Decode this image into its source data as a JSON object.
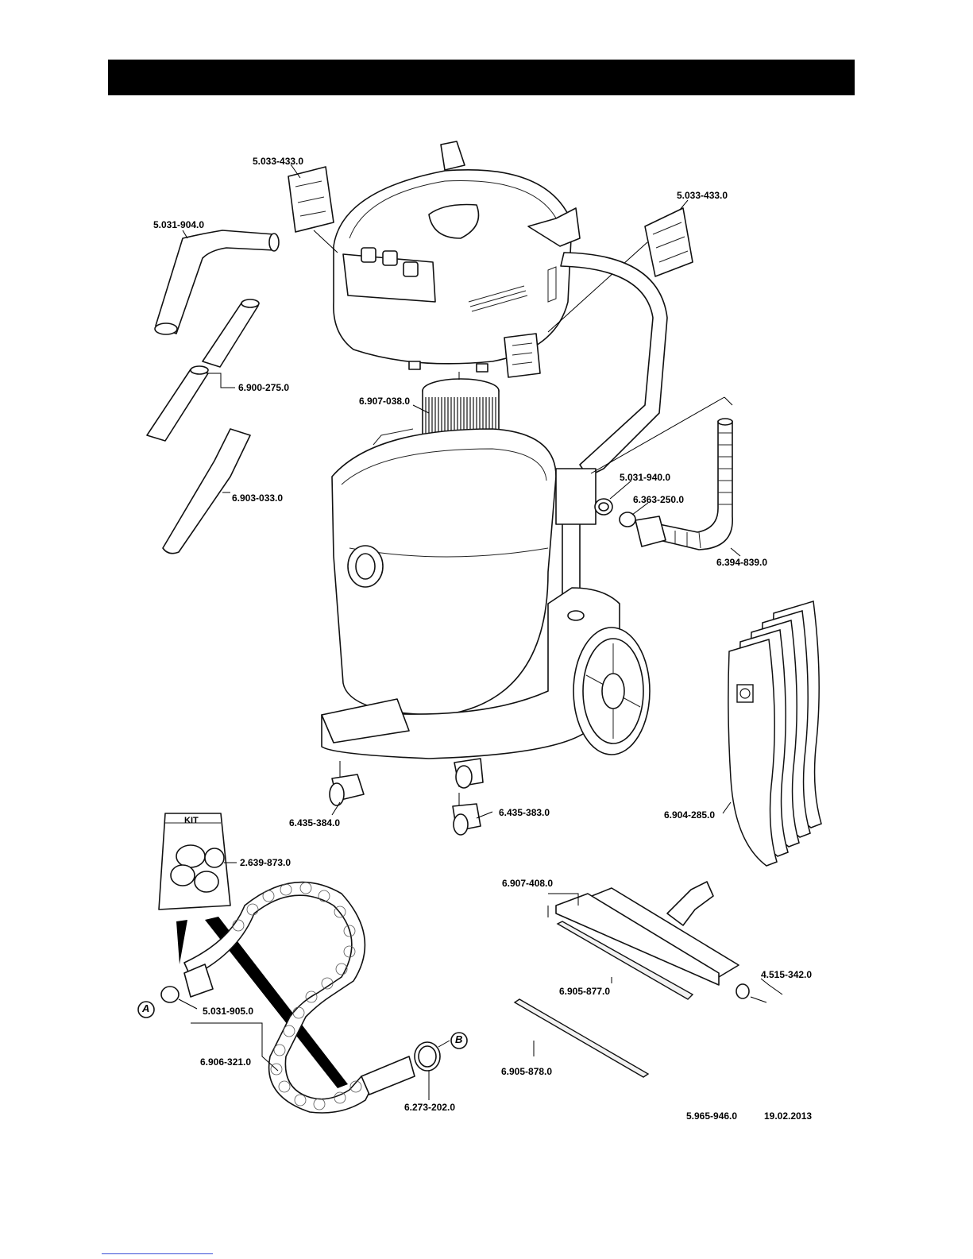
{
  "kit_label": "KIT",
  "callout_a": "A",
  "callout_b": "B",
  "labels": {
    "p_5_033_433_left": "5.033-433.0",
    "p_5_033_433_right": "5.033-433.0",
    "p_5_031_904": "5.031-904.0",
    "p_6_900_275": "6.900-275.0",
    "p_6_907_038": "6.907-038.0",
    "p_6_903_033": "6.903-033.0",
    "p_5_031_940": "5.031-940.0",
    "p_6_363_250": "6.363-250.0",
    "p_6_394_839": "6.394-839.0",
    "p_6_435_384": "6.435-384.0",
    "p_6_435_383": "6.435-383.0",
    "p_6_904_285": "6.904-285.0",
    "p_2_639_873": "2.639-873.0",
    "p_6_907_408": "6.907-408.0",
    "p_4_515_342": "4.515-342.0",
    "p_6_905_877": "6.905-877.0",
    "p_5_031_905": "5.031-905.0",
    "p_6_906_321": "6.906-321.0",
    "p_6_905_878": "6.905-878.0",
    "p_6_273_202": "6.273-202.0"
  },
  "footer": {
    "doc_number": "5.965-946.0",
    "date": "19.02.2013"
  }
}
